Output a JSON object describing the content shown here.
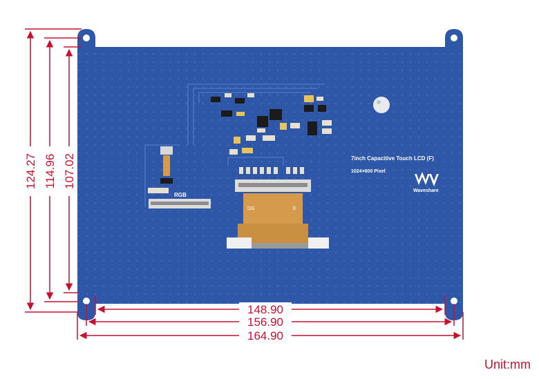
{
  "board": {
    "model_label": "7inch Capacitive Touch LCD (F)",
    "resolution_label": "1024×600 Pixel",
    "brand_label": "Waveshare",
    "connector_label": "RGB",
    "fpc_label_left": "DG",
    "fpc_label_right": "E"
  },
  "dimensions": {
    "vertical": [
      "124.27",
      "114.96",
      "107.02"
    ],
    "horizontal": [
      "148.90",
      "156.90",
      "164.90"
    ],
    "unit_label": "Unit:mm"
  },
  "colors": {
    "dimension": "#c8102e",
    "pcb": "#2e57a8",
    "flex": "#d59a4c"
  }
}
